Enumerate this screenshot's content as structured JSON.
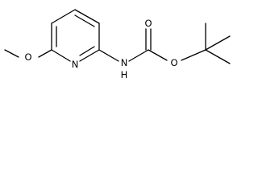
{
  "molecule": {
    "atoms": {
      "methoxy_oxygen": "O",
      "ring_nitrogen": "N",
      "amide_nitrogen": "N",
      "amide_hydrogen": "H",
      "carbonyl_oxygen": "O",
      "ester_oxygen": "O"
    }
  }
}
